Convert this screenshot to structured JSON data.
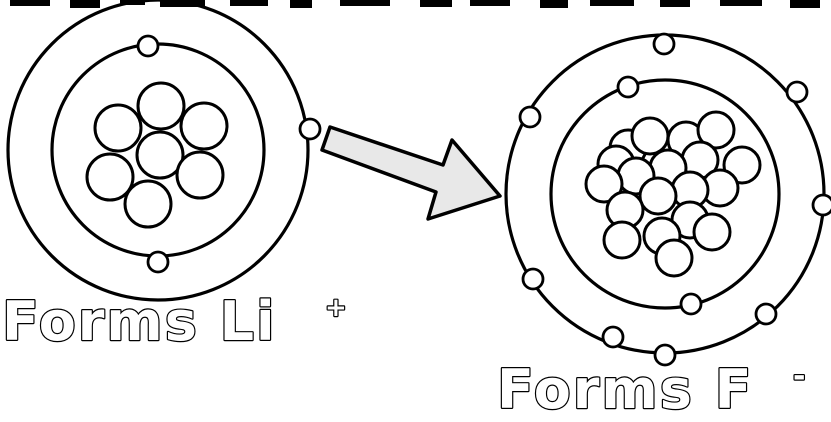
{
  "captions": {
    "left_label": "Forms Li",
    "left_superscript": "+",
    "right_label": "Forms F",
    "right_superscript": "-"
  },
  "atoms": {
    "lithium": {
      "nucleons": 7,
      "electrons": 3
    },
    "fluorine": {
      "nucleons": 19,
      "electrons": 10
    }
  },
  "colors": {
    "stroke": "#000000",
    "arrow_fill": "#e8e8e8"
  }
}
